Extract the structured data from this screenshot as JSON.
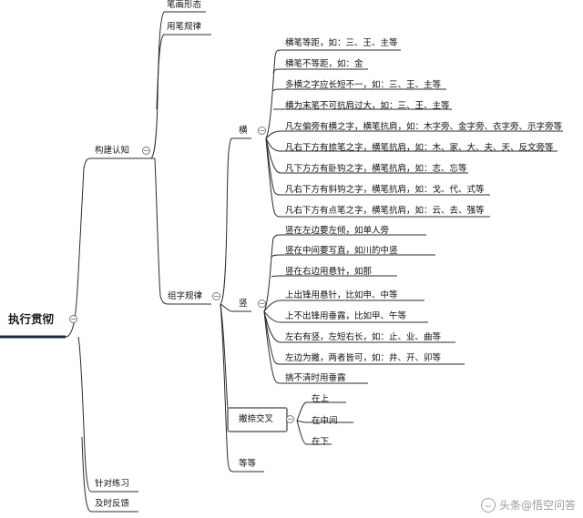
{
  "mindmap": {
    "root": "执行贯彻",
    "branches": [
      "构建认知",
      "针对练习",
      "及时反馈"
    ],
    "cognition": {
      "items": [
        "笔画形态",
        "用笔规律",
        "组字规律"
      ]
    },
    "rules": {
      "groups": [
        "横",
        "竖",
        "撇捺交叉",
        "等等"
      ]
    },
    "heng": [
      "横笔等距，如：三、王、主等",
      "横笔不等距，如：金",
      "多横之字应长短不一，如：三、王、主等",
      "横为末笔不可抗肩过大，如：三、王、主等",
      "凡左偏旁有横之字，横笔抗肩，如：木字旁、金字旁、衣字旁、示字旁等",
      "凡右下方有捺笔之字，横笔抗肩，如：木、家、大、夫、天、反文旁等",
      "凡下方方有卧钩之字，横笔抗肩，如：志、忘等",
      "凡右下方有斜钩之字，横笔抗肩，如：戈、代、式等",
      "凡右下方有点笔之字，横笔抗肩，如：云、去、强等"
    ],
    "shu": [
      "竖在左边要左倾，如单人旁",
      "竖在中间要写直，如川的中竖",
      "竖在右边用悬针，如那",
      "上出锋用悬针，比如申、中等",
      "上不出锋用垂露，比如甲、午等",
      "左右有竖，左短右长，如：止、业、曲等",
      "左边为撇，两者皆可，如：井、开、卯等",
      "搞不清时用垂露"
    ],
    "pie_na": [
      "在上",
      "在中间",
      "在下"
    ]
  },
  "watermark": "头条@悟空问答",
  "colors": {
    "line": "#2b2b2b",
    "root_underline": "#1f2d44",
    "box_border": "#8a8a8a"
  }
}
